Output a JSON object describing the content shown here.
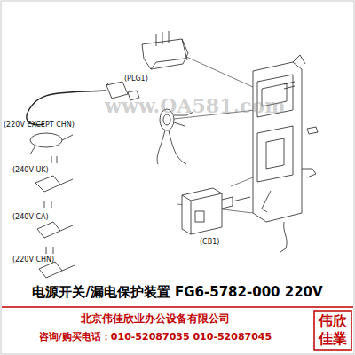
{
  "diagram": {
    "caption": "电源开关/漏电保护装置 FG6-5782-000 220V",
    "labels": [
      "(PLG1)",
      "(220V EXCEPT CHN)",
      "(240V UK)",
      "(240V CA)",
      "(220V CHN)",
      "(CB1)",
      "www.OA581.com",
      "北京伟佳欣业办公设备有限公司",
      "咨询/购买电话：010-52087035 010-52087045",
      "伟欣佳業"
    ]
  }
}
